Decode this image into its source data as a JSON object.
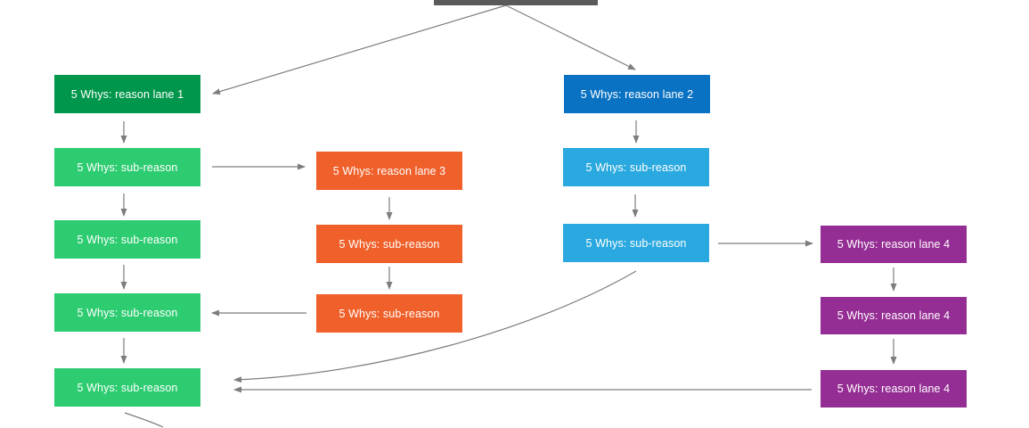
{
  "colors": {
    "lane1_header": "#00964b",
    "lane1_item": "#2ecc71",
    "lane2_header": "#0a72c2",
    "lane2_item": "#2aa9e0",
    "lane3": "#f0602a",
    "lane4": "#952e94",
    "connector": "#7d7d7d",
    "root_bar": "#5a5a5a"
  },
  "nodes": {
    "lane1_header": "5 Whys: reason lane 1",
    "lane1_sub1": "5 Whys: sub-reason",
    "lane1_sub2": "5 Whys: sub-reason",
    "lane1_sub3": "5 Whys: sub-reason",
    "lane1_sub4": "5 Whys: sub-reason",
    "lane3_header": "5 Whys: reason lane 3",
    "lane3_sub1": "5 Whys: sub-reason",
    "lane3_sub2": "5 Whys: sub-reason",
    "lane2_header": "5 Whys: reason lane 2",
    "lane2_sub1": "5 Whys: sub-reason",
    "lane2_sub2": "5 Whys: sub-reason",
    "lane4_header": "5 Whys: reason lane 4",
    "lane4_item2": "5 Whys: reason lane 4",
    "lane4_item3": "5 Whys: reason lane 4"
  },
  "edges": [
    {
      "from": "root",
      "to": "lane1_header"
    },
    {
      "from": "root",
      "to": "lane2_header"
    },
    {
      "from": "lane1_header",
      "to": "lane1_sub1"
    },
    {
      "from": "lane1_sub1",
      "to": "lane1_sub2"
    },
    {
      "from": "lane1_sub2",
      "to": "lane1_sub3"
    },
    {
      "from": "lane1_sub3",
      "to": "lane1_sub4"
    },
    {
      "from": "lane1_sub1",
      "to": "lane3_header"
    },
    {
      "from": "lane3_header",
      "to": "lane3_sub1"
    },
    {
      "from": "lane3_sub1",
      "to": "lane3_sub2"
    },
    {
      "from": "lane3_sub2",
      "to": "lane1_sub3"
    },
    {
      "from": "lane2_header",
      "to": "lane2_sub1"
    },
    {
      "from": "lane2_sub1",
      "to": "lane2_sub2"
    },
    {
      "from": "lane2_sub2",
      "to": "lane4_header"
    },
    {
      "from": "lane2_sub2",
      "to": "lane1_sub4"
    },
    {
      "from": "lane4_header",
      "to": "lane4_item2"
    },
    {
      "from": "lane4_item2",
      "to": "lane4_item3"
    },
    {
      "from": "lane4_item3",
      "to": "lane1_sub4"
    },
    {
      "from": "lane1_sub4",
      "to": "offscreen"
    }
  ]
}
